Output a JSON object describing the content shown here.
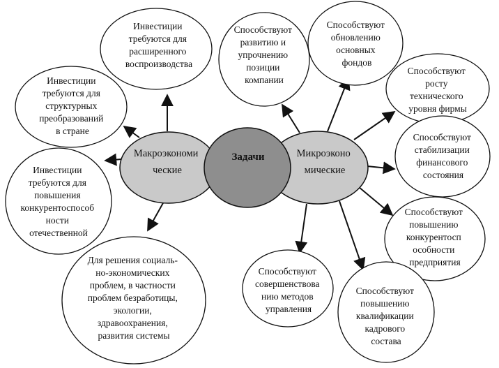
{
  "center": {
    "label": "Задачи"
  },
  "macro": {
    "lines": [
      "Макроэкономи",
      "ческие"
    ]
  },
  "micro": {
    "lines": [
      "Микроэконо",
      "мические"
    ]
  },
  "macro_goals": [
    {
      "lines": [
        "Инвестиции",
        "требуются для",
        "расширенного",
        "воспроизводства"
      ]
    },
    {
      "lines": [
        "Инвестиции",
        "требуются для",
        "структурных",
        "преобразований",
        "в стране"
      ]
    },
    {
      "lines": [
        "Инвестиции",
        "требуются для",
        "повышения",
        "конкурентоспособ",
        "ности",
        "отечественной"
      ]
    },
    {
      "lines": [
        "Для решения социаль-",
        "но-экономических",
        "проблем, в частности",
        "проблем безработицы,",
        "экологии,",
        "здравоохранения,",
        "развития системы"
      ]
    }
  ],
  "micro_goals": [
    {
      "lines": [
        "Способствуют",
        "развитию и",
        "упрочнению",
        "позиции",
        "компании"
      ]
    },
    {
      "lines": [
        "Способствуют",
        "обновлению",
        "основных",
        "фондов"
      ]
    },
    {
      "lines": [
        "Способствуют",
        "росту",
        "технического",
        "уровня фирмы"
      ]
    },
    {
      "lines": [
        "Способствуют",
        "стабилизации",
        "финансового",
        "состояния"
      ]
    },
    {
      "lines": [
        "Способствуют",
        "повышению",
        "конкурентосп",
        "особности",
        "предприятия"
      ]
    },
    {
      "lines": [
        "Способствуют",
        "повышению",
        "квалификации",
        "кадрового",
        "состава"
      ]
    },
    {
      "lines": [
        "Способствуют",
        "совершенствова",
        "нию методов",
        "управления"
      ]
    }
  ],
  "colors": {
    "macro_fill": "#c9c9c9",
    "micro_fill": "#c9c9c9",
    "center_fill": "#8e8e8e",
    "stroke": "#111111"
  }
}
